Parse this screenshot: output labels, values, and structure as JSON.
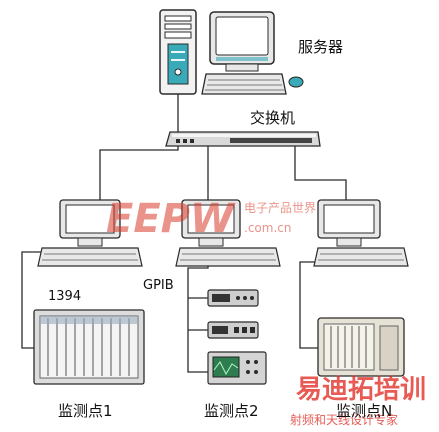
{
  "labels": {
    "server": "服务器",
    "switch": "交换机",
    "gpib": "GPIB",
    "ieee1394": "1394",
    "point1": "监测点1",
    "point2": "监测点2",
    "pointN": "监测点N"
  },
  "watermarks": {
    "eepw_logo": "EEPW",
    "eepw_cn": "电子产品世界",
    "eepw_url": ".com.cn",
    "rfeda_logo": "易迪拓培训",
    "rfeda_sub": "射频和天线设计专家"
  },
  "colors": {
    "line": "#2b2b2b",
    "monitor_body": "#e8e8e8",
    "screen": "#ffffff",
    "tower_teal": "#3aa9b8",
    "eepw_red": "#d93b2b",
    "rfeda_red": "#e0251b"
  }
}
